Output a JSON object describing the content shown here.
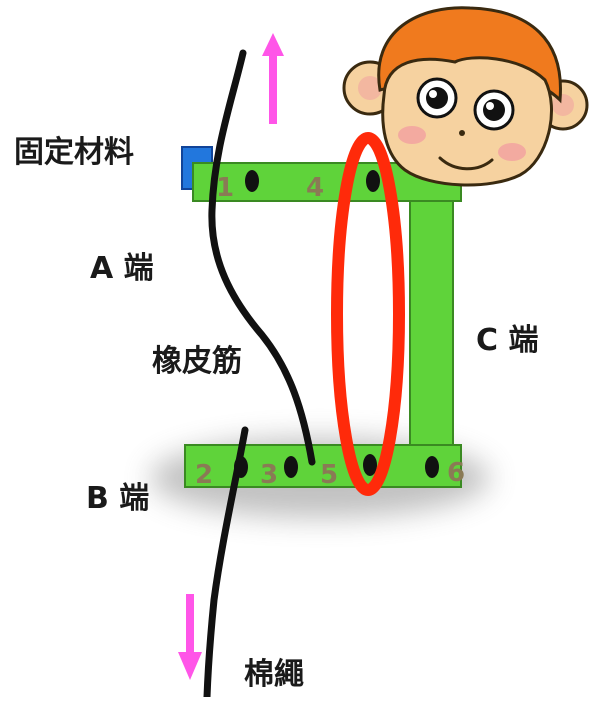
{
  "labels": {
    "fixed_material": "固定材料",
    "end_a": "A 端",
    "end_b": "B 端",
    "end_c": "C 端",
    "rubber_band": "橡皮筋",
    "cotton_rope": "棉繩"
  },
  "hole_numbers": [
    "1",
    "2",
    "3",
    "4",
    "5",
    "6"
  ],
  "colors": {
    "bar_green": "#5fd33a",
    "bar_outline": "#3a8a22",
    "arrow_magenta": "#ff55e8",
    "highlight_red": "#ff2a0a",
    "fixed_blue": "#2277dd",
    "monkey_hair": "#f07a1e",
    "monkey_face": "#f6d2a0"
  },
  "icons": [
    "monkey-mascot-icon",
    "up-arrow-icon",
    "down-arrow-icon"
  ]
}
